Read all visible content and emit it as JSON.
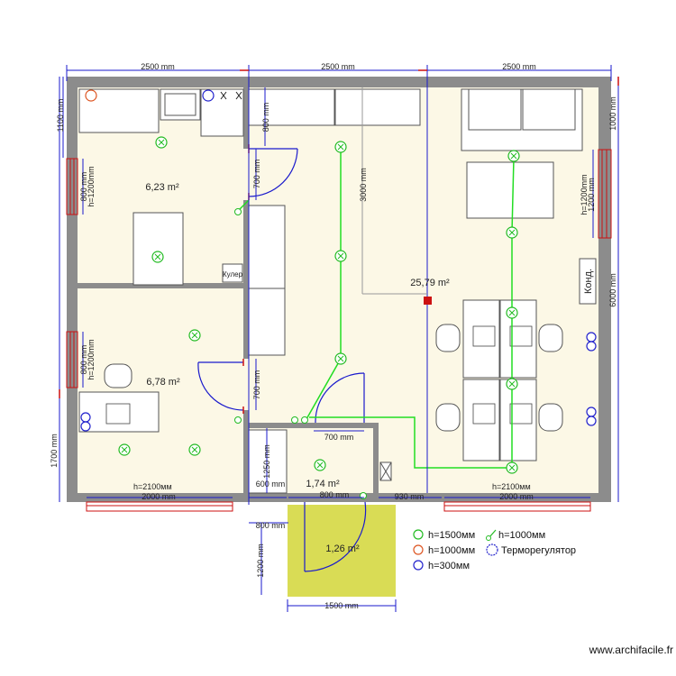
{
  "dimensions": {
    "top": [
      "2500 mm",
      "2500 mm",
      "2500 mm"
    ],
    "right_top": "1000 mm",
    "right_total": "6000 mm",
    "left_top": "1100 mm",
    "left_bottom": "1700 mm",
    "kitchen_window_w": "800 mm",
    "kitchen_window_h": "h=1200mm",
    "office_window_w": "800 mm",
    "office_window_h": "h=1200mm",
    "right_window_h": "h=1200mm",
    "right_window_w": "1200 mm",
    "hall_counter": "800 mm",
    "hall_height": "3000 mm",
    "door_kitchen": "700 mm",
    "door_office": "700 mm",
    "wc_door": "700 mm",
    "wc_height": "1250 mm",
    "wc_side": "600 mm",
    "wc_width": "800 mm",
    "wc_right": "930 mm",
    "bottom_window_left_h": "h=2100мм",
    "bottom_window_left_w": "2000 mm",
    "bottom_window_right_h": "h=2100мм",
    "bottom_window_right_w": "2000 mm",
    "porch_door": "800 mm",
    "porch_depth": "1200 mm",
    "porch_width": "1500 mm"
  },
  "areas": {
    "kitchen": "6,23 m²",
    "office": "6,78 m²",
    "main": "25,79 m²",
    "wc": "1,74 m²",
    "porch": "1,26 m²"
  },
  "labels": {
    "cooler": "Кулер",
    "ac": "Конд."
  },
  "legend": {
    "green_socket": "h=1500мм",
    "switch": "h=1000мм",
    "orange_socket": "h=1000мм",
    "thermostat": "Терморегулятор",
    "blue_socket": "h=300мм"
  },
  "watermark": "www.archifacile.fr",
  "colors": {
    "wall": "#8c8c8c",
    "floor": "#fcf8e6",
    "porch": "#d9dc55",
    "dimension": "#1a1acc",
    "wiring": "#22dd22",
    "socket_green": "#22bb22",
    "socket_orange": "#dd5522",
    "socket_blue": "#2222cc",
    "window": "#cc1111"
  }
}
